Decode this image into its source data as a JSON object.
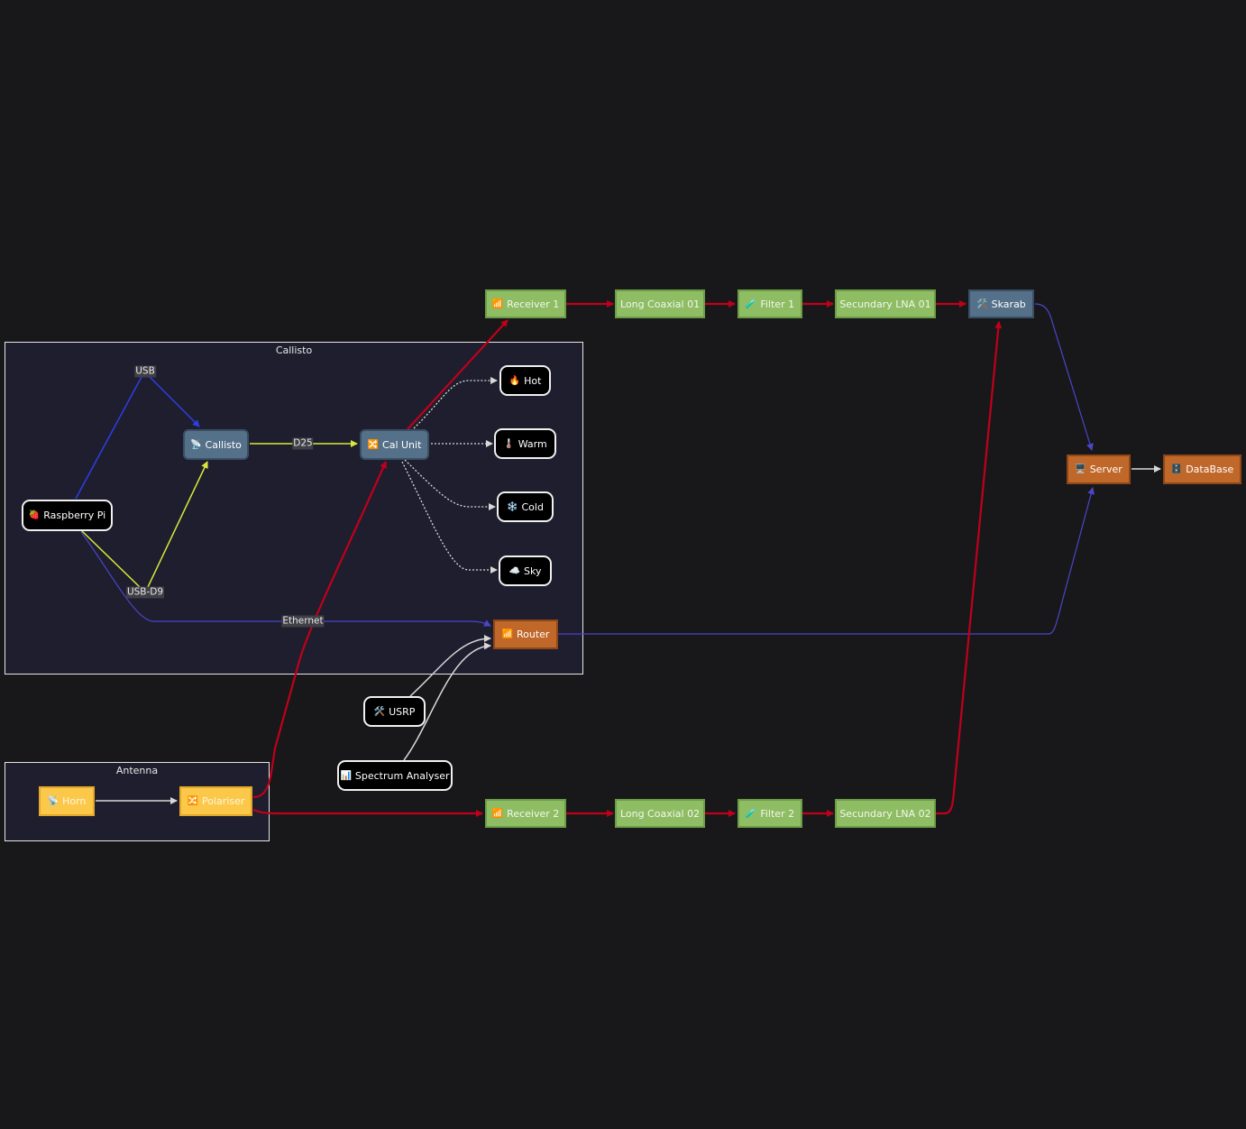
{
  "clusters": {
    "callisto": "Callisto",
    "antenna": "Antenna"
  },
  "nodes": {
    "raspberry_pi": {
      "icon": "🍓",
      "label": "Raspberry Pi"
    },
    "callisto": {
      "icon": "📡",
      "label": "Callisto"
    },
    "cal_unit": {
      "icon": "🔀",
      "label": "Cal Unit"
    },
    "hot": {
      "icon": "🔥",
      "label": "Hot"
    },
    "warm": {
      "icon": "🌡️",
      "label": "Warm"
    },
    "cold": {
      "icon": "❄️",
      "label": "Cold"
    },
    "sky": {
      "icon": "☁️",
      "label": "Sky"
    },
    "router": {
      "icon": "📶",
      "label": "Router"
    },
    "usrp": {
      "icon": "🛠️",
      "label": "USRP"
    },
    "spectrum_analyser": {
      "icon": "📊",
      "label": "Spectrum Analyser"
    },
    "horn": {
      "icon": "📡",
      "label": "Horn"
    },
    "polariser": {
      "icon": "🔀",
      "label": "Polariser"
    },
    "receiver1": {
      "icon": "📶",
      "label": "Receiver 1"
    },
    "long_coaxial_01": {
      "label": "Long Coaxial 01"
    },
    "filter1": {
      "icon": "🧪",
      "label": "Filter 1"
    },
    "secundary_lna_01": {
      "label": "Secundary LNA 01"
    },
    "skarab": {
      "icon": "🛠️",
      "label": "Skarab"
    },
    "receiver2": {
      "icon": "📶",
      "label": "Receiver 2"
    },
    "long_coaxial_02": {
      "label": "Long Coaxial 02"
    },
    "filter2": {
      "icon": "🧪",
      "label": "Filter 2"
    },
    "secundary_lna_02": {
      "label": "Secundary LNA 02"
    },
    "server": {
      "icon": "🖥️",
      "label": "Server"
    },
    "database": {
      "icon": "🗄️",
      "label": "DataBase"
    }
  },
  "edge_labels": {
    "usb": "USB",
    "d25": "D25",
    "usb_d9": "USB-D9",
    "ethernet": "Ethernet"
  },
  "colors": {
    "signal": "#c0001a",
    "usb": "#2d3ee8",
    "serial": "#d8e83a",
    "network": "#4a46c9",
    "link": "#d0d0d0"
  }
}
